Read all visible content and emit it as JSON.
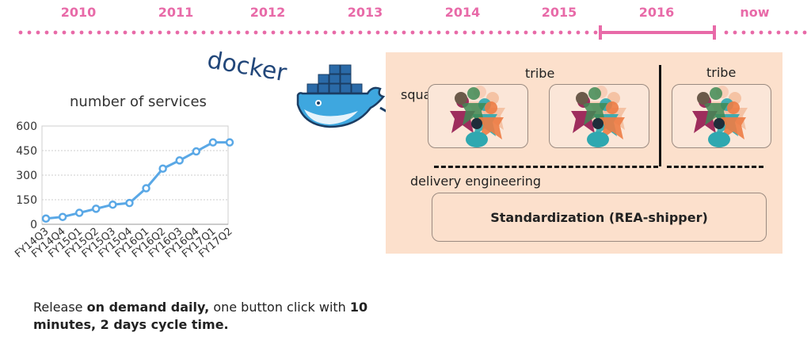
{
  "timeline": {
    "years": [
      "2010",
      "2011",
      "2012",
      "2013",
      "2014",
      "2015",
      "2016",
      "now"
    ],
    "accent_color": "#e86aa8"
  },
  "docker": {
    "logo_text": "docker",
    "icon": "docker-whale-icon"
  },
  "org": {
    "tribe_left_label": "tribe",
    "tribe_right_label": "tribe",
    "squad_label": "squad",
    "delivery_label": "delivery engineering",
    "standardization_label": "Standardization (REA-shipper)",
    "squad_icon": "team-figures-icon",
    "panel_color": "#fce0cc"
  },
  "release": {
    "part1": "Release ",
    "bold1": "on demand daily,",
    "part2": " one button click with ",
    "bold2": "10 minutes, 2 days cycle time."
  },
  "chart_data": {
    "type": "line",
    "title": "number of services",
    "categories": [
      "FY14Q3",
      "FY14Q4",
      "FY15Q1",
      "FY15Q2",
      "FY15Q3",
      "FY15Q4",
      "FY16Q1",
      "FY16Q2",
      "FY16Q3",
      "FY16Q4",
      "FY17Q1",
      "FY17Q2"
    ],
    "values": [
      35,
      45,
      70,
      95,
      120,
      130,
      220,
      340,
      390,
      445,
      500,
      500
    ],
    "y_ticks": [
      "0",
      "150",
      "300",
      "450",
      "600"
    ],
    "ylim": [
      0,
      600
    ],
    "grid": true,
    "line_color": "#5aa8e6"
  }
}
